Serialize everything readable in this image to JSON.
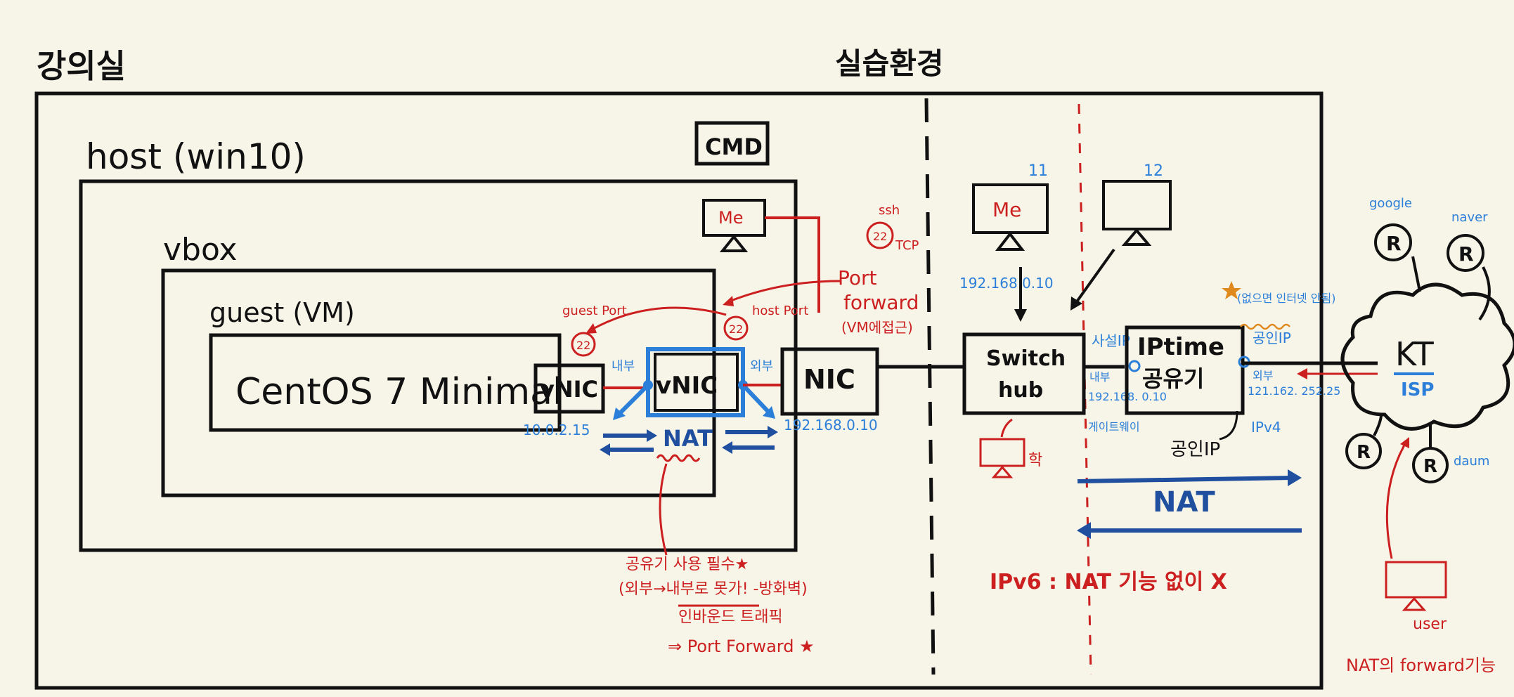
{
  "header": {
    "left_title": "강의실",
    "center_title": "실습환경"
  },
  "host": {
    "label": "host (win10)",
    "cmd": "CMD",
    "me": "Me"
  },
  "vbox": {
    "label": "vbox"
  },
  "guest": {
    "label": "guest (VM)",
    "os": "CentOS 7 Minimal"
  },
  "vnic_inner": {
    "label": "vNIC",
    "ip": "10.0.2.15"
  },
  "vnic_outer": {
    "label": "vNIC",
    "left_tag": "내부",
    "right_tag": "외부"
  },
  "nic": {
    "label": "NIC",
    "ip": "192.168.0.10"
  },
  "nat_inner": {
    "label": "NAT"
  },
  "port_forward": {
    "guest_port_label": "guest Port",
    "guest_port_num": "22",
    "host_port_label": "host Port",
    "host_port_num": "22",
    "ssh_label": "ssh",
    "ssh_num": "22",
    "tcp_label": "TCP",
    "title_line1": "Port",
    "title_line2": "forward",
    "note": "(VM에접근)"
  },
  "note_bottom": {
    "line1": "공유기 사용 필수★",
    "line2": "(외부→내부로 못가! -방화벽)",
    "line3": "인바운드 트래픽",
    "line4": "⇒ Port Forward ★"
  },
  "lab": {
    "pc11_num": "11",
    "pc11_label": "Me",
    "pc12_num": "12",
    "pc11_ip": "192.168.0.10",
    "switch_line1": "Switch",
    "switch_line2": "hub",
    "switch_side": "학",
    "private_ip_label": "사설IP",
    "private_tag": "내부",
    "gateway_ip": "192.168. 0.10",
    "gateway_label": "게이트웨이",
    "router_line1": "IPtime",
    "router_line2": "공유기",
    "public_ip_label": "공인IP",
    "public_ip_tag": "공인IP",
    "outer_tag": "외부",
    "public_ip_addr": "121.162. 252.25",
    "ipv4": "IPv4",
    "no_internet_note": "(없으면 인터넷 안됨)",
    "nat_label": "NAT",
    "ipv6_note": "IPv6 : NAT 기능 없이 X"
  },
  "isp": {
    "name": "KT",
    "tag": "ISP",
    "router_symbol": "R",
    "google": "google",
    "naver": "naver",
    "daum": "daum",
    "user": "user",
    "nat_forward": "NAT의 forward기능"
  },
  "colors": {
    "background": "#f7f4e8",
    "ink": "#111111",
    "red": "#cc1f1f",
    "blue": "#2b7fd9",
    "navy": "#1f4f9e",
    "orange": "#e08a1e"
  }
}
